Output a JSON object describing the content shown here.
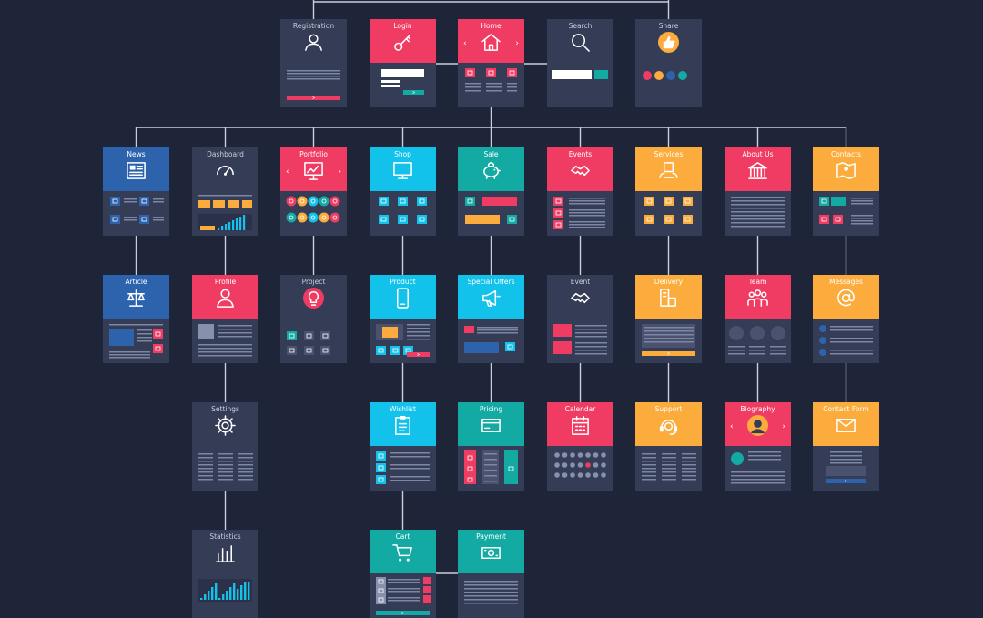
{
  "colors": {
    "background": "#1f2538",
    "card": "#353c56",
    "line": "#c9cfdc",
    "pink": "#f03c63",
    "orange": "#fbac3c",
    "cyan": "#13c2ea",
    "teal": "#13aaa4",
    "blue": "#2d63ad",
    "dark": "#353c56"
  },
  "cards": [
    {
      "id": "registration",
      "title": "Registration",
      "color": "dark",
      "icon": "user-icon",
      "body": "form"
    },
    {
      "id": "login",
      "title": "Login",
      "color": "pink",
      "icon": "key-icon",
      "body": "login"
    },
    {
      "id": "home",
      "title": "Home",
      "color": "pink",
      "icon": "house-icon",
      "body": "tiles3",
      "arrows": true
    },
    {
      "id": "search",
      "title": "Search",
      "color": "dark",
      "icon": "magnifier-icon",
      "body": "search"
    },
    {
      "id": "share",
      "title": "Share",
      "color": "dark",
      "icon": "thumbs-up-icon",
      "body": "social"
    },
    {
      "id": "news",
      "title": "News",
      "color": "blue",
      "icon": "newspaper-icon",
      "body": "grid2x2"
    },
    {
      "id": "dashboard",
      "title": "Dashboard",
      "color": "dark",
      "icon": "gauge-icon",
      "body": "dashboard"
    },
    {
      "id": "portfolio",
      "title": "Portfolio",
      "color": "pink",
      "icon": "presentation-icon",
      "body": "dots",
      "arrows": true
    },
    {
      "id": "shop",
      "title": "Shop",
      "color": "cyan",
      "icon": "monitor-icon",
      "body": "grid3x2"
    },
    {
      "id": "sale",
      "title": "Sale",
      "color": "teal",
      "icon": "piggy-bank-icon",
      "body": "sale"
    },
    {
      "id": "events",
      "title": "Events",
      "color": "pink",
      "icon": "handshake-icon",
      "body": "list3"
    },
    {
      "id": "services",
      "title": "Services",
      "color": "orange",
      "icon": "services-icon",
      "body": "grid3x2"
    },
    {
      "id": "about-us",
      "title": "About Us",
      "color": "pink",
      "icon": "bank-icon",
      "body": "text"
    },
    {
      "id": "contacts",
      "title": "Contacts",
      "color": "orange",
      "icon": "map-icon",
      "body": "contacts"
    },
    {
      "id": "article",
      "title": "Article",
      "color": "blue",
      "icon": "scales-icon",
      "body": "article"
    },
    {
      "id": "profile",
      "title": "Profile",
      "color": "pink",
      "icon": "person-icon",
      "body": "profile"
    },
    {
      "id": "project",
      "title": "Project",
      "color": "dark",
      "icon": "lightbulb-icon",
      "body": "project"
    },
    {
      "id": "product",
      "title": "Product",
      "color": "cyan",
      "icon": "phone-icon",
      "body": "product"
    },
    {
      "id": "special-offers",
      "title": "Special Offers",
      "color": "cyan",
      "icon": "megaphone-icon",
      "body": "offers"
    },
    {
      "id": "event",
      "title": "Event",
      "color": "dark",
      "icon": "handshake-icon",
      "body": "event"
    },
    {
      "id": "delivery",
      "title": "Delivery",
      "color": "orange",
      "icon": "boxes-icon",
      "body": "delivery"
    },
    {
      "id": "team",
      "title": "Team",
      "color": "pink",
      "icon": "team-icon",
      "body": "team"
    },
    {
      "id": "messages",
      "title": "Messages",
      "color": "orange",
      "icon": "at-sign-icon",
      "body": "messages"
    },
    {
      "id": "settings",
      "title": "Settings",
      "color": "dark",
      "icon": "gear-icon",
      "body": "table"
    },
    {
      "id": "wishlist",
      "title": "Wishlist",
      "color": "cyan",
      "icon": "clipboard-icon",
      "body": "wishlist"
    },
    {
      "id": "pricing",
      "title": "Pricing",
      "color": "teal",
      "icon": "credit-card-icon",
      "body": "pricing"
    },
    {
      "id": "calendar",
      "title": "Calendar",
      "color": "pink",
      "icon": "calendar-icon",
      "body": "calendar"
    },
    {
      "id": "support",
      "title": "Support",
      "color": "orange",
      "icon": "headset-icon",
      "body": "table"
    },
    {
      "id": "biography",
      "title": "Biography",
      "color": "pink",
      "icon": "avatar-icon",
      "body": "bio",
      "arrows": true
    },
    {
      "id": "contact-form",
      "title": "Contact Form",
      "color": "orange",
      "icon": "envelope-icon",
      "body": "form2"
    },
    {
      "id": "statistics",
      "title": "Statistics",
      "color": "dark",
      "icon": "bar-chart-icon",
      "body": "stats"
    },
    {
      "id": "cart",
      "title": "Cart",
      "color": "teal",
      "icon": "cart-icon",
      "body": "cart"
    },
    {
      "id": "payment",
      "title": "Payment",
      "color": "teal",
      "icon": "banknote-icon",
      "body": "payment"
    }
  ]
}
